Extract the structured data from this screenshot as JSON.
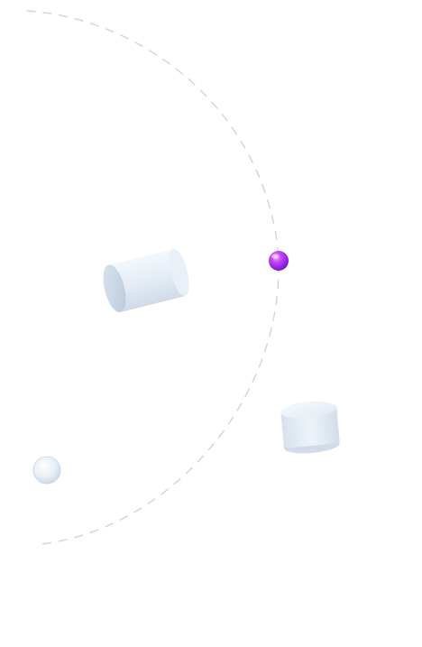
{
  "scene": {
    "background": "#ffffff",
    "orbit": {
      "style": "dashed",
      "color": "#c9d6e3"
    },
    "objects": [
      {
        "name": "cylinder-left",
        "shape": "cylinder",
        "color": "#dbe6f2"
      },
      {
        "name": "cylinder-right",
        "shape": "cylinder",
        "color": "#e1ebf5"
      },
      {
        "name": "sphere-accent",
        "shape": "sphere",
        "color": "#b23cf2"
      },
      {
        "name": "sphere-small",
        "shape": "sphere",
        "color": "#e6eef6"
      }
    ]
  }
}
